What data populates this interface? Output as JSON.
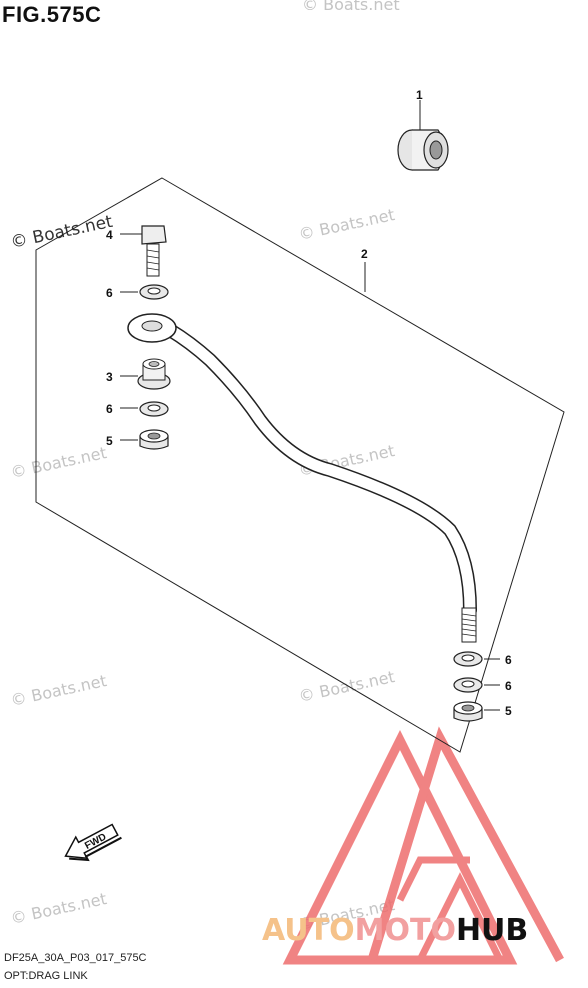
{
  "figure": {
    "title": "FIG.575C",
    "drawing_code": "DF25A_30A_P03_017_575C",
    "caption": "OPT:DRAG LINK"
  },
  "watermark": {
    "text": "© Boats.net"
  },
  "callouts": {
    "nut_top": "1",
    "drag_link": "2",
    "bushing": "3",
    "bolt": "4",
    "nut_left": "5",
    "washer_upper_left": "6",
    "washer_lower_left": "6",
    "washer_upper_right": "6",
    "washer_lower_right": "6",
    "nut_right": "5"
  },
  "fwd_arrow": {
    "label": "FWD"
  },
  "brand": {
    "part1": "AUTO",
    "part2": "MOTO",
    "part3": "HUB",
    "colors": {
      "auto": "#f5c28a",
      "moto": "#f2a0a0",
      "hub": "#111111",
      "logo": "#ee6e6e"
    }
  }
}
